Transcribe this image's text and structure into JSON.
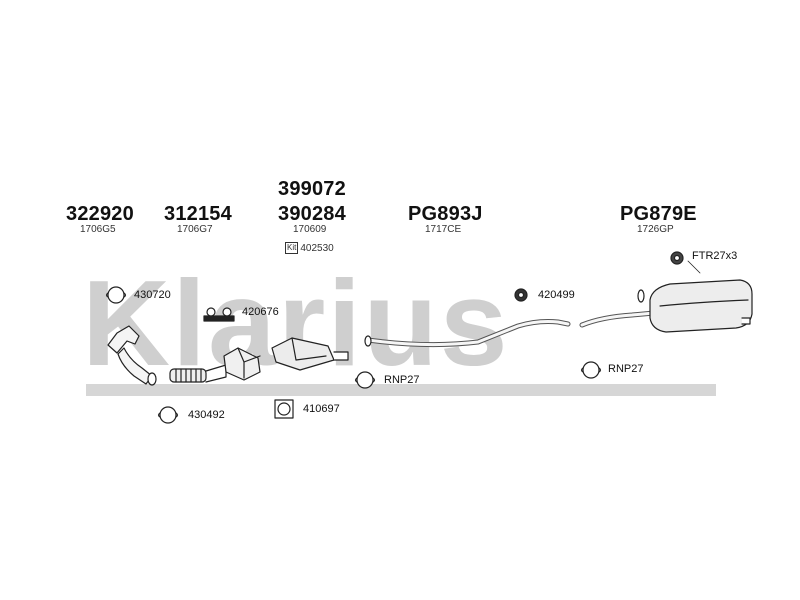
{
  "watermark": {
    "text": "Klarius"
  },
  "parts": [
    {
      "id": "p1",
      "main": "322920",
      "sub": "1706G5"
    },
    {
      "id": "p2",
      "main": "312154",
      "sub": "1706G7"
    },
    {
      "id": "p3",
      "main_top": "399072",
      "main": "390284",
      "sub": "170609",
      "kit_label": "Kit",
      "kit_code": "402530"
    },
    {
      "id": "p4",
      "main": "PG893J",
      "sub": "1717CE"
    },
    {
      "id": "p5",
      "main": "PG879E",
      "sub": "1726GP"
    }
  ],
  "fittings": {
    "clamp_430720": "430720",
    "mount_420676": "420676",
    "ring_420499": "420499",
    "rubber_ftr": "FTR27x3",
    "clamp_rnp27_a": "RNP27",
    "clamp_rnp27_b": "RNP27",
    "clamp_430492": "430492",
    "gasket_410697": "410697"
  }
}
